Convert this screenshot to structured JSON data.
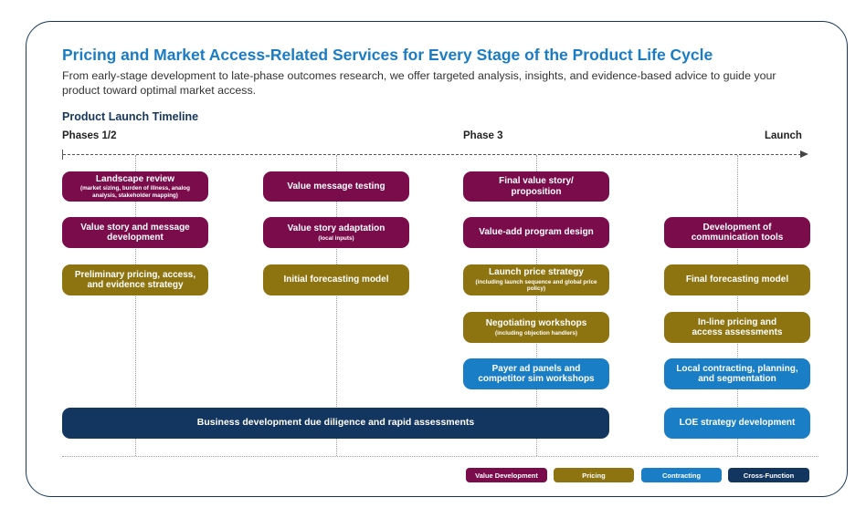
{
  "header": {
    "title": "Pricing and Market Access-Related Services for Every Stage of the Product Life Cycle",
    "subtitle": "From early-stage development to late-phase outcomes research, we offer targeted analysis, insights, and evidence-based advice to guide your product toward optimal market access."
  },
  "timeline": {
    "title": "Product Launch Timeline",
    "phase_1": "Phases 1/2",
    "phase_3": "Phase 3",
    "launch": "Launch"
  },
  "colors": {
    "value_development": "#7a0c4c",
    "pricing": "#8e7411",
    "contracting": "#1a7ec6",
    "cross_function": "#133660"
  },
  "boxes": {
    "landscape_review": {
      "main": "Landscape review",
      "sub": "(market sizing, burden of illness, analog analysis, stakeholder mapping)"
    },
    "value_story_message_dev": {
      "main": "Value story and message development"
    },
    "preliminary_pricing": {
      "main": "Preliminary pricing, access, and evidence strategy"
    },
    "value_message_testing": {
      "main": "Value message testing"
    },
    "value_story_adaptation": {
      "main": "Value story adaptation",
      "sub": "(local inputs)"
    },
    "initial_forecasting": {
      "main": "Initial forecasting model"
    },
    "final_value_story": {
      "main": "Final value story/ proposition"
    },
    "value_add_program": {
      "main": "Value-add program design"
    },
    "launch_price_strategy": {
      "main": "Launch price strategy",
      "sub": "(including launch sequence and global price policy)"
    },
    "negotiating_workshops": {
      "main": "Negotiating workshops",
      "sub": "(including objection handlers)"
    },
    "payer_ad_panels": {
      "main": "Payer ad panels and competitor sim workshops"
    },
    "dev_communication_tools": {
      "main": "Development of communication tools"
    },
    "final_forecasting": {
      "main": "Final forecasting model"
    },
    "inline_pricing": {
      "main": "In-line pricing and access assessments"
    },
    "local_contracting": {
      "main": "Local contracting, planning, and segmentation"
    },
    "business_development": {
      "main": "Business development due diligence and rapid assessments"
    },
    "loe_strategy": {
      "main": "LOE strategy development"
    }
  },
  "legend": {
    "value_development": "Value Development",
    "pricing": "Pricing",
    "contracting": "Contracting",
    "cross_function": "Cross-Function"
  }
}
